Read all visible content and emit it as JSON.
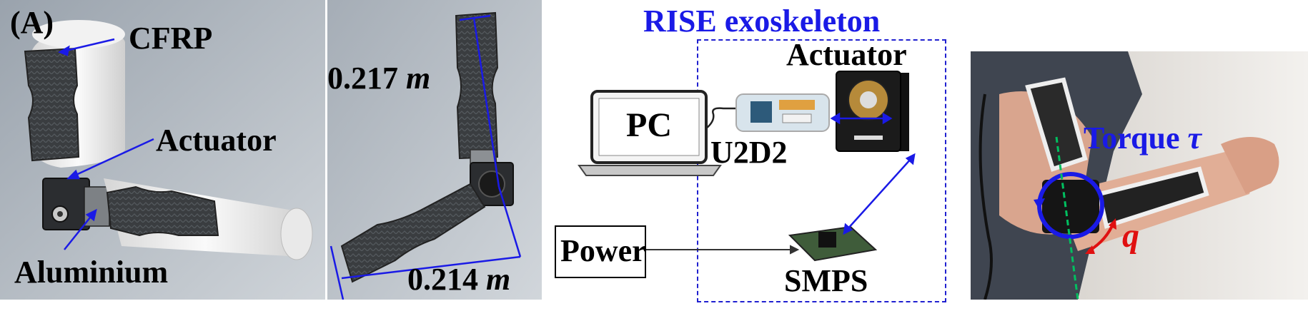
{
  "panel_label": "(A)",
  "cad_view1": {
    "cfrp_label": "CFRP",
    "actuator_label": "Actuator",
    "aluminium_label": "Aluminium"
  },
  "cad_view2": {
    "length_upper": "0.217",
    "length_lower": "0.214",
    "unit": "m"
  },
  "system": {
    "title": "RISE exoskeleton",
    "pc_label": "PC",
    "u2d2_label": "U2D2",
    "actuator_label": "Actuator",
    "power_label": "Power",
    "smps_label": "SMPS"
  },
  "photo": {
    "torque_label": "Torque",
    "torque_symbol": "τ",
    "angle_symbol": "q"
  },
  "colors": {
    "annotation_blue": "#1a1ae6",
    "angle_red": "#e01010",
    "axis_green": "#00c060",
    "cad_bg": "#b9c0c8"
  }
}
